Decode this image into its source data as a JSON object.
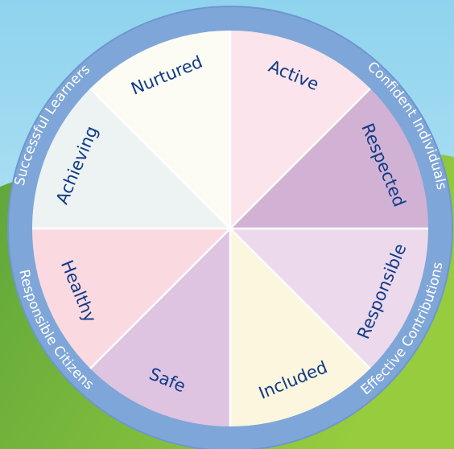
{
  "title": "",
  "colors": {
    "sky_top": "#8fd3ee",
    "sky_bottom": "#c9ecf7",
    "grass_dark": "#5ea53a",
    "grass_light": "#96cc3e",
    "ring": "#7fa6d8",
    "ring_edge": "#6e96cf",
    "segment_text": "#0f3a86",
    "ring_text": "#ffffff",
    "divider": "#ffffff"
  },
  "segments": [
    {
      "label": "Active",
      "color": "#fbe4ec"
    },
    {
      "label": "Respected",
      "color": "#d1b2d4"
    },
    {
      "label": "Responsible",
      "color": "#ecd9ec"
    },
    {
      "label": "Included",
      "color": "#fcf6df"
    },
    {
      "label": "Safe",
      "color": "#dec4e1"
    },
    {
      "label": "Healthy",
      "color": "#fbd9e1"
    },
    {
      "label": "Achieving",
      "color": "#edf2f2"
    },
    {
      "label": "Nurtured",
      "color": "#fcfcf4"
    }
  ],
  "ring_labels": [
    {
      "label": "Confident Individuals"
    },
    {
      "label": "Effective Contributions"
    },
    {
      "label": "Responsible Citizens"
    },
    {
      "label": "Successful Learners"
    }
  ]
}
